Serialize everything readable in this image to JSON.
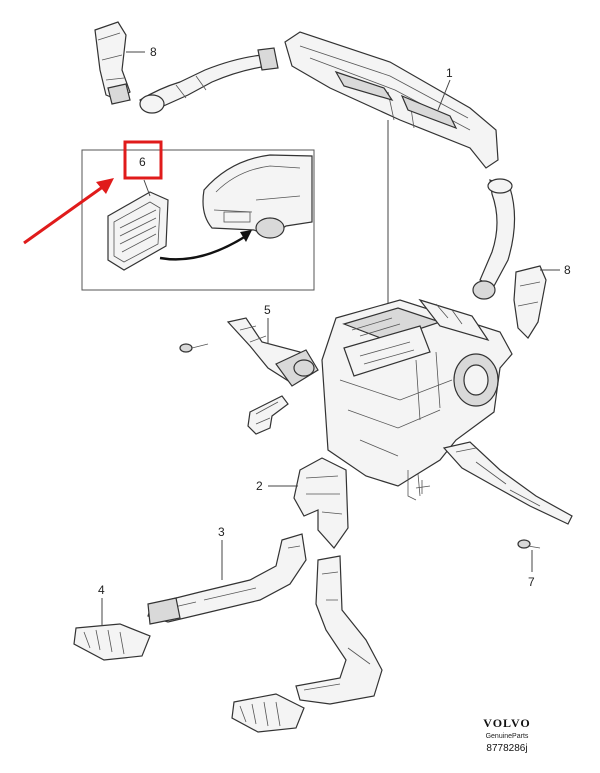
{
  "callouts": {
    "c1": "1",
    "c2": "2",
    "c3": "3",
    "c4": "4",
    "c5": "5",
    "c6": "6",
    "c7": "7",
    "c8a": "8",
    "c8b": "8"
  },
  "brand": {
    "logo": "VOLVO",
    "tagline": "GenuineParts",
    "code": "8778286j"
  },
  "colors": {
    "highlight": "#e01b1b",
    "arrow": "#e01b1b"
  }
}
